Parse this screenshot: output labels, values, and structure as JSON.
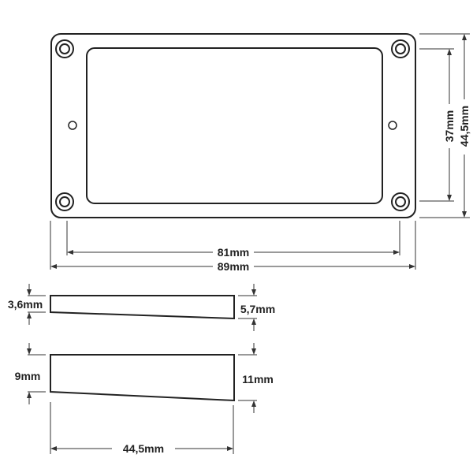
{
  "diagram": {
    "type": "technical-drawing",
    "subject": "pickup mounting ring",
    "views": {
      "top": {
        "outer_width": "89mm",
        "inner_width": "81mm",
        "inner_height": "37mm",
        "outer_height": "44,5mm"
      },
      "side_low": {
        "left_height": "3,6mm",
        "right_height": "5,7mm"
      },
      "side_high": {
        "left_height": "9mm",
        "right_height": "11mm",
        "length": "44,5mm"
      }
    }
  }
}
